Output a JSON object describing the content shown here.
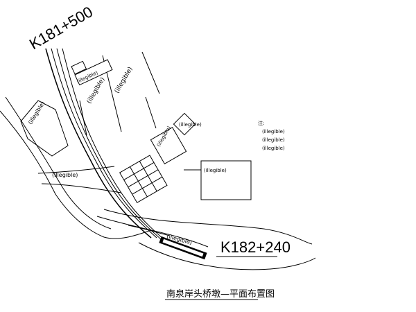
{
  "drawing": {
    "start_station": "K181+500",
    "end_station": "K182+240",
    "title": "南泉岸头桥墩—平面布置图"
  },
  "labels": {
    "top_box": "(illegible)",
    "field_a": "(illegible)",
    "field_b": "(illegible)",
    "left_region": "(illegible)",
    "road": "(illegible)",
    "right_box": "(illegible)",
    "mid_box": "(illegible)",
    "bridge_text": "(illegible)",
    "callout_box": "(illegible)"
  },
  "notes": {
    "heading": "注:",
    "lines": [
      "(illegible)",
      "(illegible)",
      "(illegible)"
    ]
  }
}
